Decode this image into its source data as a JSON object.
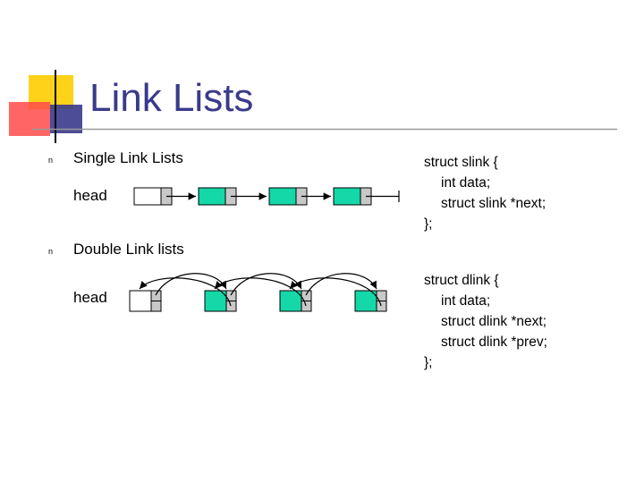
{
  "colors": {
    "title": "#3A3A8C",
    "accent_yellow": "#FFD21A",
    "accent_red": "#FF2B2B",
    "accent_blue": "#3A3A8C",
    "node_fill": "#14D8A8",
    "pointer_fill": "#C8C8C8",
    "divider": "#9A9A9A"
  },
  "slide": {
    "title": "Link Lists",
    "bullet_glyph": "n",
    "section1": {
      "label": "Single Link Lists",
      "head_label": "head"
    },
    "section2": {
      "label": "Double Link lists",
      "head_label": "head"
    },
    "code_slink": [
      "struct slink {",
      "int data;",
      "struct slink *next;",
      "};"
    ],
    "code_dlink": [
      "struct dlink {",
      "int data;",
      "struct dlink *next;",
      "struct dlink *prev;",
      "};"
    ]
  },
  "singly_list": {
    "nodes": [
      "head",
      "node",
      "node",
      "node"
    ]
  },
  "doubly_list": {
    "nodes": [
      "head",
      "node",
      "node",
      "node"
    ]
  }
}
